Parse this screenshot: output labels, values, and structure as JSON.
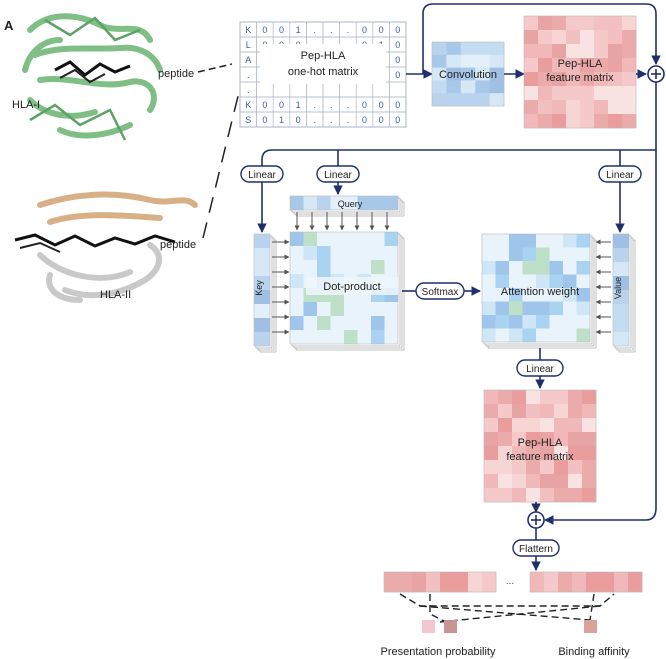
{
  "panel_label": "A",
  "structures": {
    "hla_i_label": "HLA-I",
    "hla_ii_label": "HLA-II",
    "peptide_label_1": "peptide",
    "peptide_label_2": "peptide",
    "hla_i_color": "#8cc78f",
    "hla_ii_color": "#d8b088"
  },
  "onehot": {
    "caption_line1": "Pep-HLA",
    "caption_line2": "one-hot matrix",
    "rows": [
      [
        "K",
        "0",
        "0",
        "1",
        ".",
        ".",
        ".",
        "0",
        "0",
        "0"
      ],
      [
        "L",
        "0",
        "0",
        "0",
        ".",
        ".",
        ".",
        "0",
        "1",
        "0"
      ],
      [
        "A",
        "0",
        "",
        "",
        "",
        "",
        "",
        "0",
        "0",
        "0"
      ],
      [
        ".",
        "",
        "",
        "",
        "",
        "",
        "",
        "0",
        "0",
        "0"
      ],
      [
        ".",
        "",
        "",
        "",
        "",
        "",
        "",
        "",
        "",
        ""
      ],
      [
        "K",
        "0",
        "0",
        "1",
        ".",
        ".",
        ".",
        "0",
        "0",
        "0"
      ],
      [
        "S",
        "0",
        "1",
        "0",
        ".",
        ".",
        ".",
        "0",
        "0",
        "0"
      ]
    ]
  },
  "nodes": {
    "convolution": "Convolution",
    "feature_matrix_top_line1": "Pep-HLA",
    "feature_matrix_top_line2": "feature matrix",
    "query": "Query",
    "key": "Key",
    "value": "Value",
    "dot_product": "Dot-product",
    "softmax": "Softmax",
    "attention_weight": "Attention weight",
    "feature_matrix_bottom_line1": "Pep-HLA",
    "feature_matrix_bottom_line2": "feature matrix",
    "flatten": "Flattern",
    "ellipsis": "...",
    "output_presentation": "Presentation probability",
    "output_binding": "Binding affinity"
  },
  "linear_labels": [
    "Linear",
    "Linear",
    "Linear",
    "Linear"
  ],
  "colors": {
    "arrow": "#1f2f6e",
    "pink_matrix": "#f0b8b8",
    "blue_matrix": "#b9d3ee",
    "attention_bg": "#e8f3fb"
  }
}
